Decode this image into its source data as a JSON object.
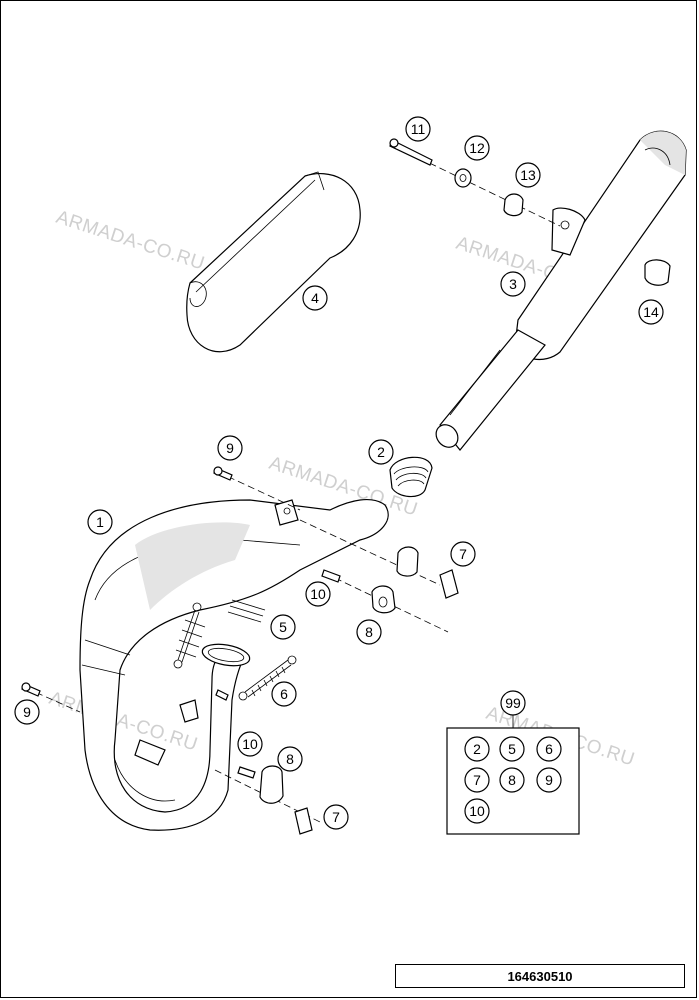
{
  "watermark": "ARMADA-CO.RU",
  "document_id": "164630510",
  "callouts": {
    "c1": "1",
    "c2": "2",
    "c3": "3",
    "c4": "4",
    "c5": "5",
    "c6": "6",
    "c7a": "7",
    "c7b": "7",
    "c8a": "8",
    "c8b": "8",
    "c9a": "9",
    "c9b": "9",
    "c10a": "10",
    "c10b": "10",
    "c11": "11",
    "c12": "12",
    "c13": "13",
    "c14": "14",
    "c99": "99"
  },
  "kit_box": {
    "items": [
      "2",
      "5",
      "6",
      "7",
      "8",
      "9",
      "10"
    ]
  }
}
